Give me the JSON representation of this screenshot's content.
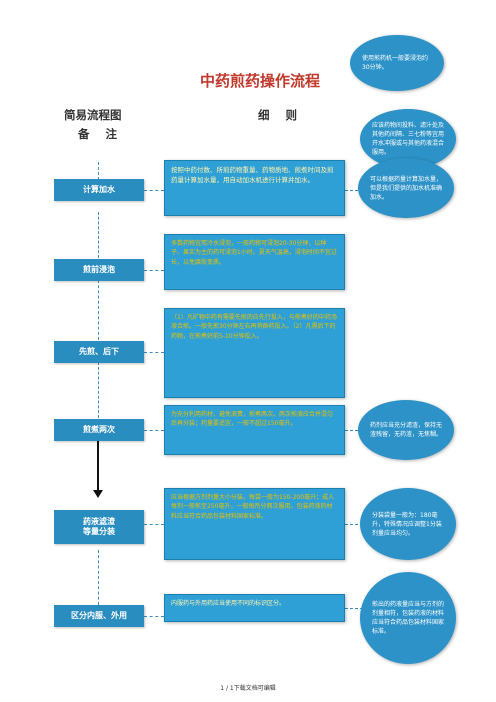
{
  "header": {
    "title": "中药煎药操作流程",
    "col_left_1": "简易流程图",
    "col_left_2": "备 注",
    "col_mid": "细 则"
  },
  "steps": [
    {
      "label": "计算加水"
    },
    {
      "label": "煎前浸泡"
    },
    {
      "label": "先煎、后下"
    },
    {
      "label": "煎煮两次"
    },
    {
      "label_1": "药液滤渣",
      "label_2": "等量分装"
    },
    {
      "label": "区分内服、外用"
    }
  ],
  "details": [
    "按照中药付数、所煎药物重量、药物质地、煎煮时间及煎药量计算加水量，用自动加水机进行计算并加水。",
    "多数药物宜用冷水浸泡，一般药物可浸泡20-30分钟，以种子、果实为主的药可浸泡1小时。夏天气温高，浸泡时间不宜过长，以免腐败变质。",
    "（1）凡矿物中药有需要先煎的应先行投入，与煎煮好的中药汤液合煎。一般先煎30分钟左右再将群药投入。（2）凡需后下的药物，在煎煮好前5-10分钟投入。",
    "为充分利用药材，避免浪费，煎煮两次。两次煎液应合并混匀后再分装；药量要适宜，一般不超过150毫升。",
    "应当根据方剂剂量大小分装，每袋一般为150-200毫升；成人每剂一般煎至250毫升，一般每剂分两次服用。包装药液的材料应当符合药品包装材料国家标准。",
    "内服药与外用药应当使用不同的标识区分。"
  ],
  "notes": [
    "使用煎药机一般要浸泡约30分钟。",
    "应该药物间投料、滤汁处及其他药间隔、三七粉等宜用开水冲服或与其他药液混合服用。",
    "可以根据药量计算加水量，但是我们提供的加水机准确加水。",
    "药剂应当充分滤渣，保持无渣残留，无药渣，无焦糊。",
    "分装袋量一般为：180毫升，特殊情况应调整1分装剂量应当均匀。",
    "煎出的药液量应当与方剂的剂量相符，包装药液的材料应当符合药品包装材料国家标准。"
  ],
  "footer": "1 / 1下载文档可编辑",
  "colors": {
    "step": "#2a8dbf",
    "detail": "#2fa0d6",
    "note": "#2c92c7",
    "title": "#c0392b"
  }
}
